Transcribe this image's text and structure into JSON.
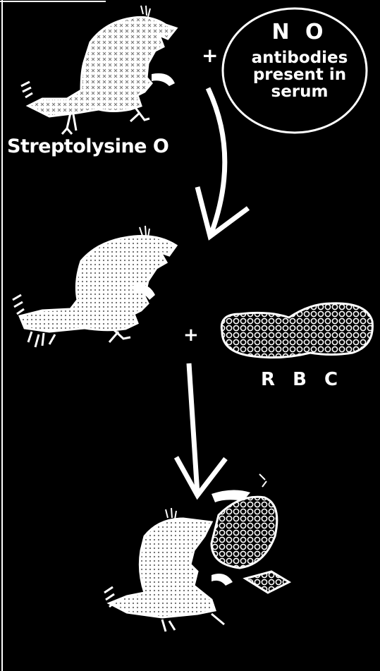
{
  "labels": {
    "toxin": "Streptolysine O",
    "bubble_title": "N O",
    "bubble_body": "antibodies\npresent in\nserum",
    "cell": "R B C",
    "plus_top": "+",
    "plus_middle": "+"
  }
}
